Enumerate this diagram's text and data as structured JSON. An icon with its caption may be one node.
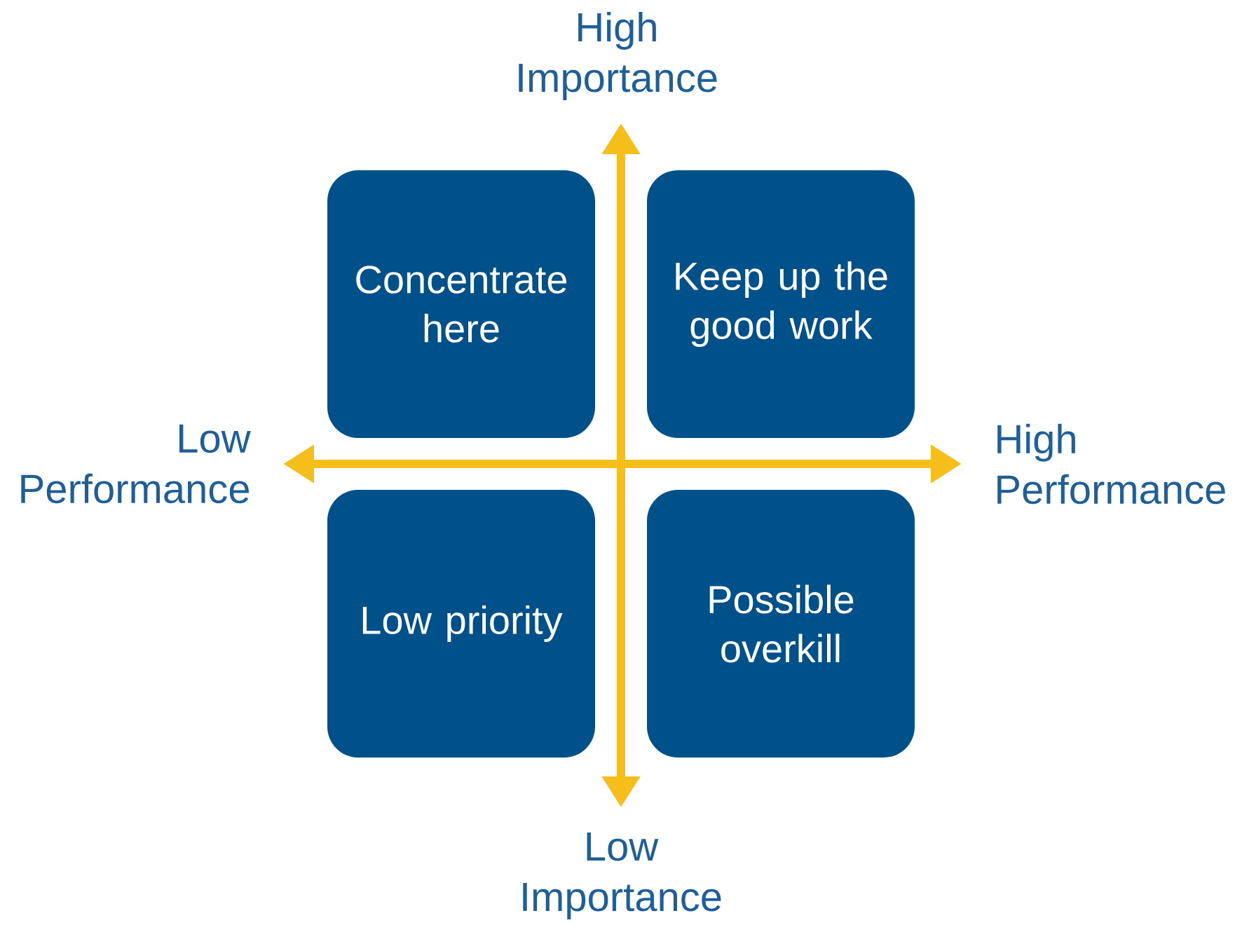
{
  "diagram": {
    "nodes": [
      {
        "text": [
          "Concentrate here"
        ]
      },
      {
        "text": [
          "Keep up the good work"
        ]
      },
      {
        "text": [
          "Low priority"
        ]
      },
      {
        "text": [
          "Possible overkill"
        ]
      }
    ],
    "labels": [
      "High Importance",
      "Low Performance",
      "High Performance",
      "Low Importance"
    ]
  }
}
